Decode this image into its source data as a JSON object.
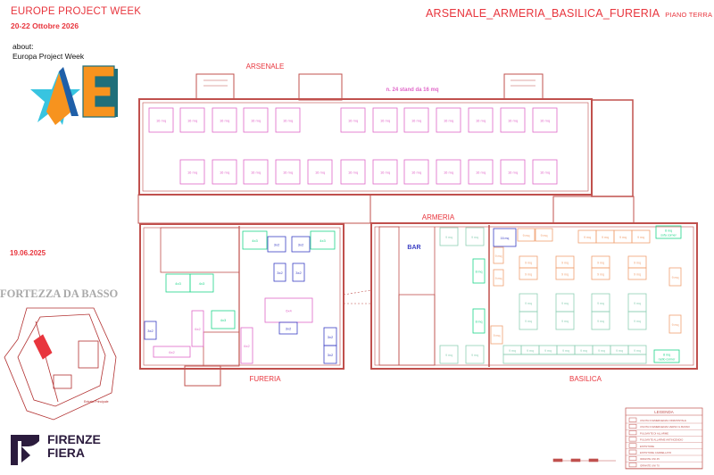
{
  "header": {
    "event_title": "EUROPE PROJECT WEEK",
    "event_dates": "20-22 Ottobre 2026",
    "about_label": "about:",
    "about_value": "Europa Project Week",
    "plan_title": "ARSENALE_ARMERIA_BASILICA_FURERIA",
    "plan_floor": "PIANO TERRA",
    "revision_date": "19.06.2025"
  },
  "logo": {
    "event_logo_letter": "E",
    "brand_line1": "FIRENZE",
    "brand_line2": "FIERA"
  },
  "colors": {
    "title_red": "#e8353d",
    "wall": "#c0504d",
    "stand_pink": "#e066c8",
    "stand_green": "#1fd68a",
    "stand_blue": "#3b3fc4",
    "stand_orange": "#f0a070",
    "stand_teal": "#8fcfb5"
  },
  "keymap": {
    "title": "FORTEZZA DA BASSO",
    "entrance_label": "Entrata Principale"
  },
  "halls": {
    "arsenale": {
      "name": "ARSENALE",
      "note": "n. 24 stand da 16 mq"
    },
    "armeria": {
      "name": "ARMERIA"
    },
    "fureria": {
      "name": "FURERIA"
    },
    "basilica": {
      "name": "BASILICA"
    },
    "bar": {
      "name": "BAR"
    }
  },
  "stands": {
    "arsenale": [
      "16 mq",
      "16 mq",
      "16 mq",
      "16 mq",
      "16 mq",
      "16 mq",
      "16 mq",
      "16 mq",
      "16 mq",
      "16 mq",
      "16 mq",
      "16 mq",
      "16 mq",
      "16 mq",
      "16 mq",
      "16 mq",
      "16 mq",
      "16 mq",
      "16 mq",
      "16 mq",
      "16 mq",
      "16 mq",
      "16 mq",
      "16 mq"
    ],
    "fureria": [
      "4x3",
      "3x2",
      "3x2",
      "4x3",
      "3x2",
      "3x2",
      "4x3",
      "4x3",
      "6x4",
      "3x2",
      "4x3",
      "3x2",
      "6x2",
      "6x2",
      "6x2",
      "3x2",
      "3x2"
    ],
    "basilica": [
      "9 mq",
      "9 mq",
      "9 mq",
      "9 mq",
      "8 mq",
      "8 mq",
      "16 mq",
      "9 mq",
      "9 mq",
      "9 mq",
      "9 mq",
      "9 mq",
      "9 mq",
      "9 mq",
      "9 mq",
      "9 mq",
      "9 mq",
      "9 mq",
      "9 mq",
      "9 mq",
      "9 mq",
      "9 mq",
      "9 mq",
      "9 mq",
      "9 mq",
      "9 mq",
      "9 mq",
      "9 mq",
      "9 mq",
      "9 mq",
      "9 mq",
      "9 mq",
      "9 mq",
      "9 mq",
      "9 mq",
      "9 mq",
      "9 mq",
      "9 mq",
      "9 mq",
      "9 mq",
      "9 mq",
      "9 mq",
      "9 mq",
      "9 mq",
      "9 mq"
    ],
    "sofa_corner": [
      "8 mq",
      "sofa corner"
    ],
    "radio_corner": [
      "8 mq",
      "radio corner"
    ]
  },
  "legend": {
    "title": "LEGENDA",
    "items": [
      "USCITA DI EMERGENZA ORIZZONTALE",
      "USCITA DI EMERGENZA VERSO IL BASSO",
      "PULSANTE DI ALLARME",
      "PULSANTE ALLARME ANTINCENDIO",
      "ESTINTORE",
      "ESTINTORE CARRELLATO",
      "IDRANTE UNI 45",
      "IDRANTE UNI 70"
    ]
  }
}
